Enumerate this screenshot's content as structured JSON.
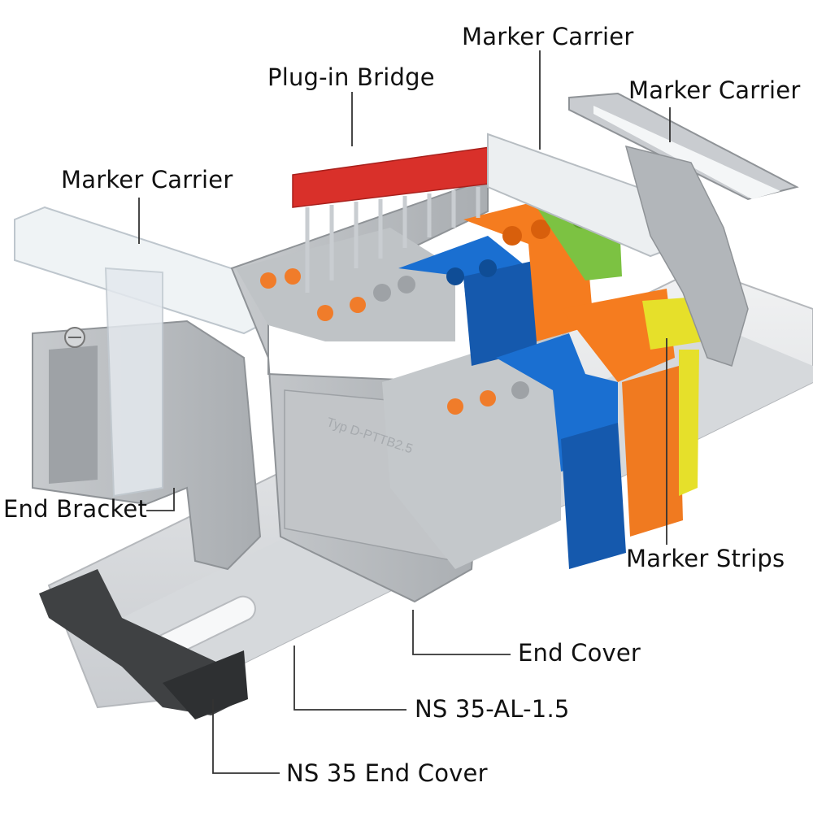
{
  "labels": {
    "plug_in_bridge": "Plug-in Bridge",
    "marker_carrier_top": "Marker Carrier",
    "marker_carrier_right": "Marker Carrier",
    "marker_carrier_left": "Marker Carrier",
    "end_bracket": "End Bracket",
    "marker_strips": "Marker Strips",
    "end_cover": "End Cover",
    "rail": "NS 35-AL-1.5",
    "rail_end_cover": "NS 35 End Cover"
  },
  "housing_print": "Typ D-PTTB2.5",
  "colors": {
    "bridge": "#d9302a",
    "grey_block": "#b4b8bc",
    "blue_block": "#1a6fd1",
    "orange_block": "#f57c1f",
    "green_block": "#7cc242",
    "yellow_block": "#e6e02a",
    "rail": "#e3e5e7",
    "rail_end_cover": "#3c3e40",
    "leader_line": "#333333"
  }
}
